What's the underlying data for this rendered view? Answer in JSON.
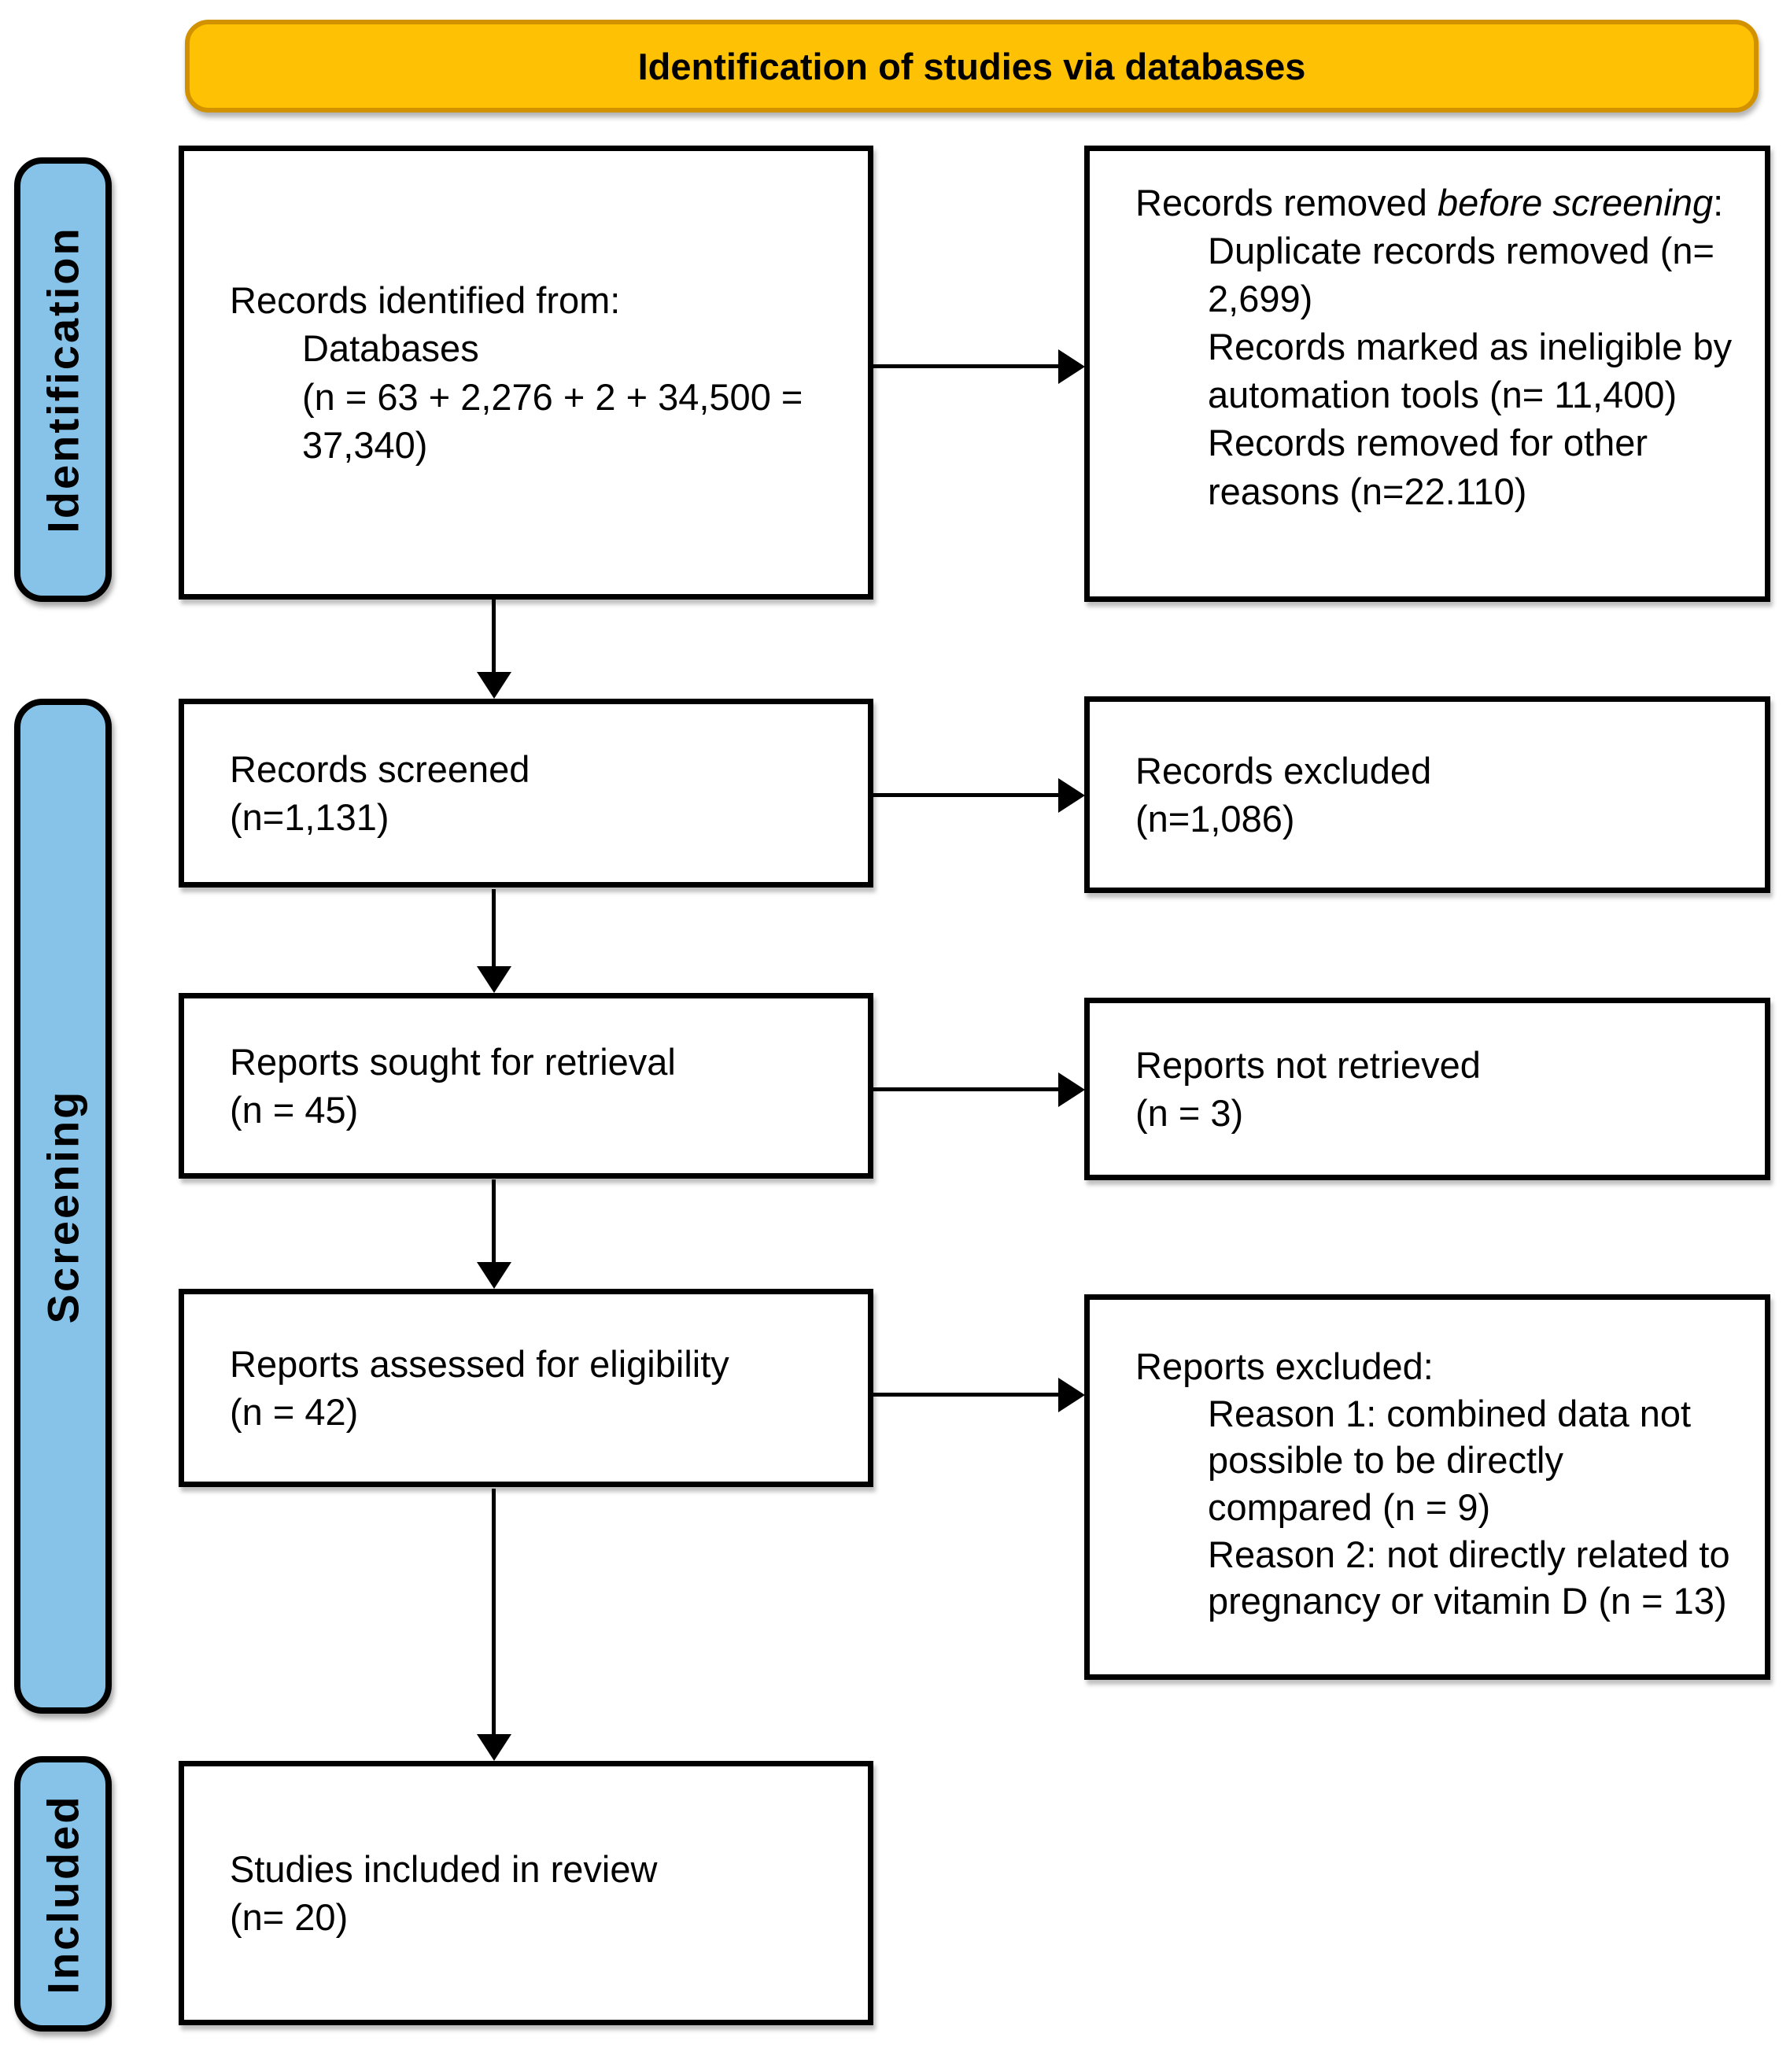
{
  "header": {
    "title": "Identification of studies via databases"
  },
  "sidebar": {
    "identification": "Identification",
    "screening": "Screening",
    "included": "Included"
  },
  "boxes": {
    "records_identified": {
      "intro": "Records identified from:",
      "items": [
        "Databases",
        "(n = 63 + 2,276 + 2 + 34,500 = 37,340)"
      ]
    },
    "records_removed": {
      "intro_prefix": "Records removed ",
      "intro_italic": "before screening",
      "intro_suffix": ":",
      "items": [
        "Duplicate records removed (n= 2,699)",
        "Records marked as ineligible by automation tools (n= 11,400)",
        "Records removed for other reasons (n=22.110)"
      ]
    },
    "records_screened": {
      "line1": "Records screened",
      "line2": "(n=1,131)"
    },
    "records_excluded": {
      "line1": "Records excluded",
      "line2": "(n=1,086)"
    },
    "reports_sought": {
      "line1": "Reports sought for retrieval",
      "line2": "(n = 45)"
    },
    "reports_not_retrieved": {
      "line1": "Reports not retrieved",
      "line2": "(n = 3)"
    },
    "reports_assessed": {
      "line1": "Reports assessed for eligibility",
      "line2": "(n = 42)"
    },
    "reports_excluded": {
      "intro": "Reports excluded:",
      "items": [
        "Reason 1: combined data not possible to be directly compared (n = 9)",
        "Reason 2: not directly related to pregnancy or vitamin D (n = 13)"
      ]
    },
    "studies_included": {
      "line1": "Studies included in review",
      "line2": "(n= 20)"
    }
  },
  "colors": {
    "banner_fill": "#FFC103",
    "banner_border": "#D29200",
    "sidebar_fill": "#87C3E8",
    "box_border": "#000000",
    "text": "#000000"
  }
}
